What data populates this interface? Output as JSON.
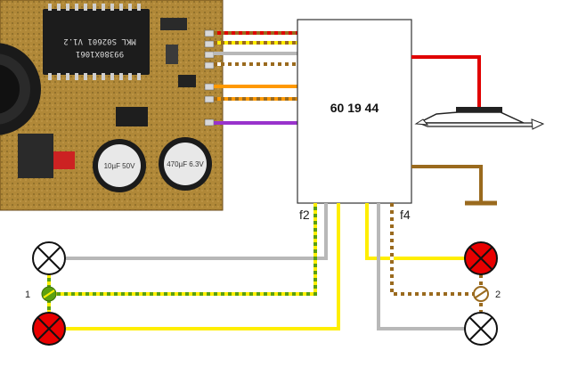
{
  "module": {
    "label": "60 19 44"
  },
  "wire_labels": {
    "left": "f2",
    "right": "f4"
  },
  "junction_labels": {
    "left": "1",
    "right": "2"
  },
  "pcb": {
    "chip_line1": "99380X1061",
    "chip_line2": "MKL S02601 V1.2",
    "cap_left": "10µF 50V",
    "cap_right": "470µF 6.3V"
  },
  "colors": {
    "red": "#e00000",
    "yellow": "#ffee00",
    "orange": "#ff9900",
    "brown": "#9a6a1e",
    "purple": "#9933cc",
    "gray": "#b8b8b8",
    "green": "#5aa010",
    "lamp_red": "#e80000"
  }
}
